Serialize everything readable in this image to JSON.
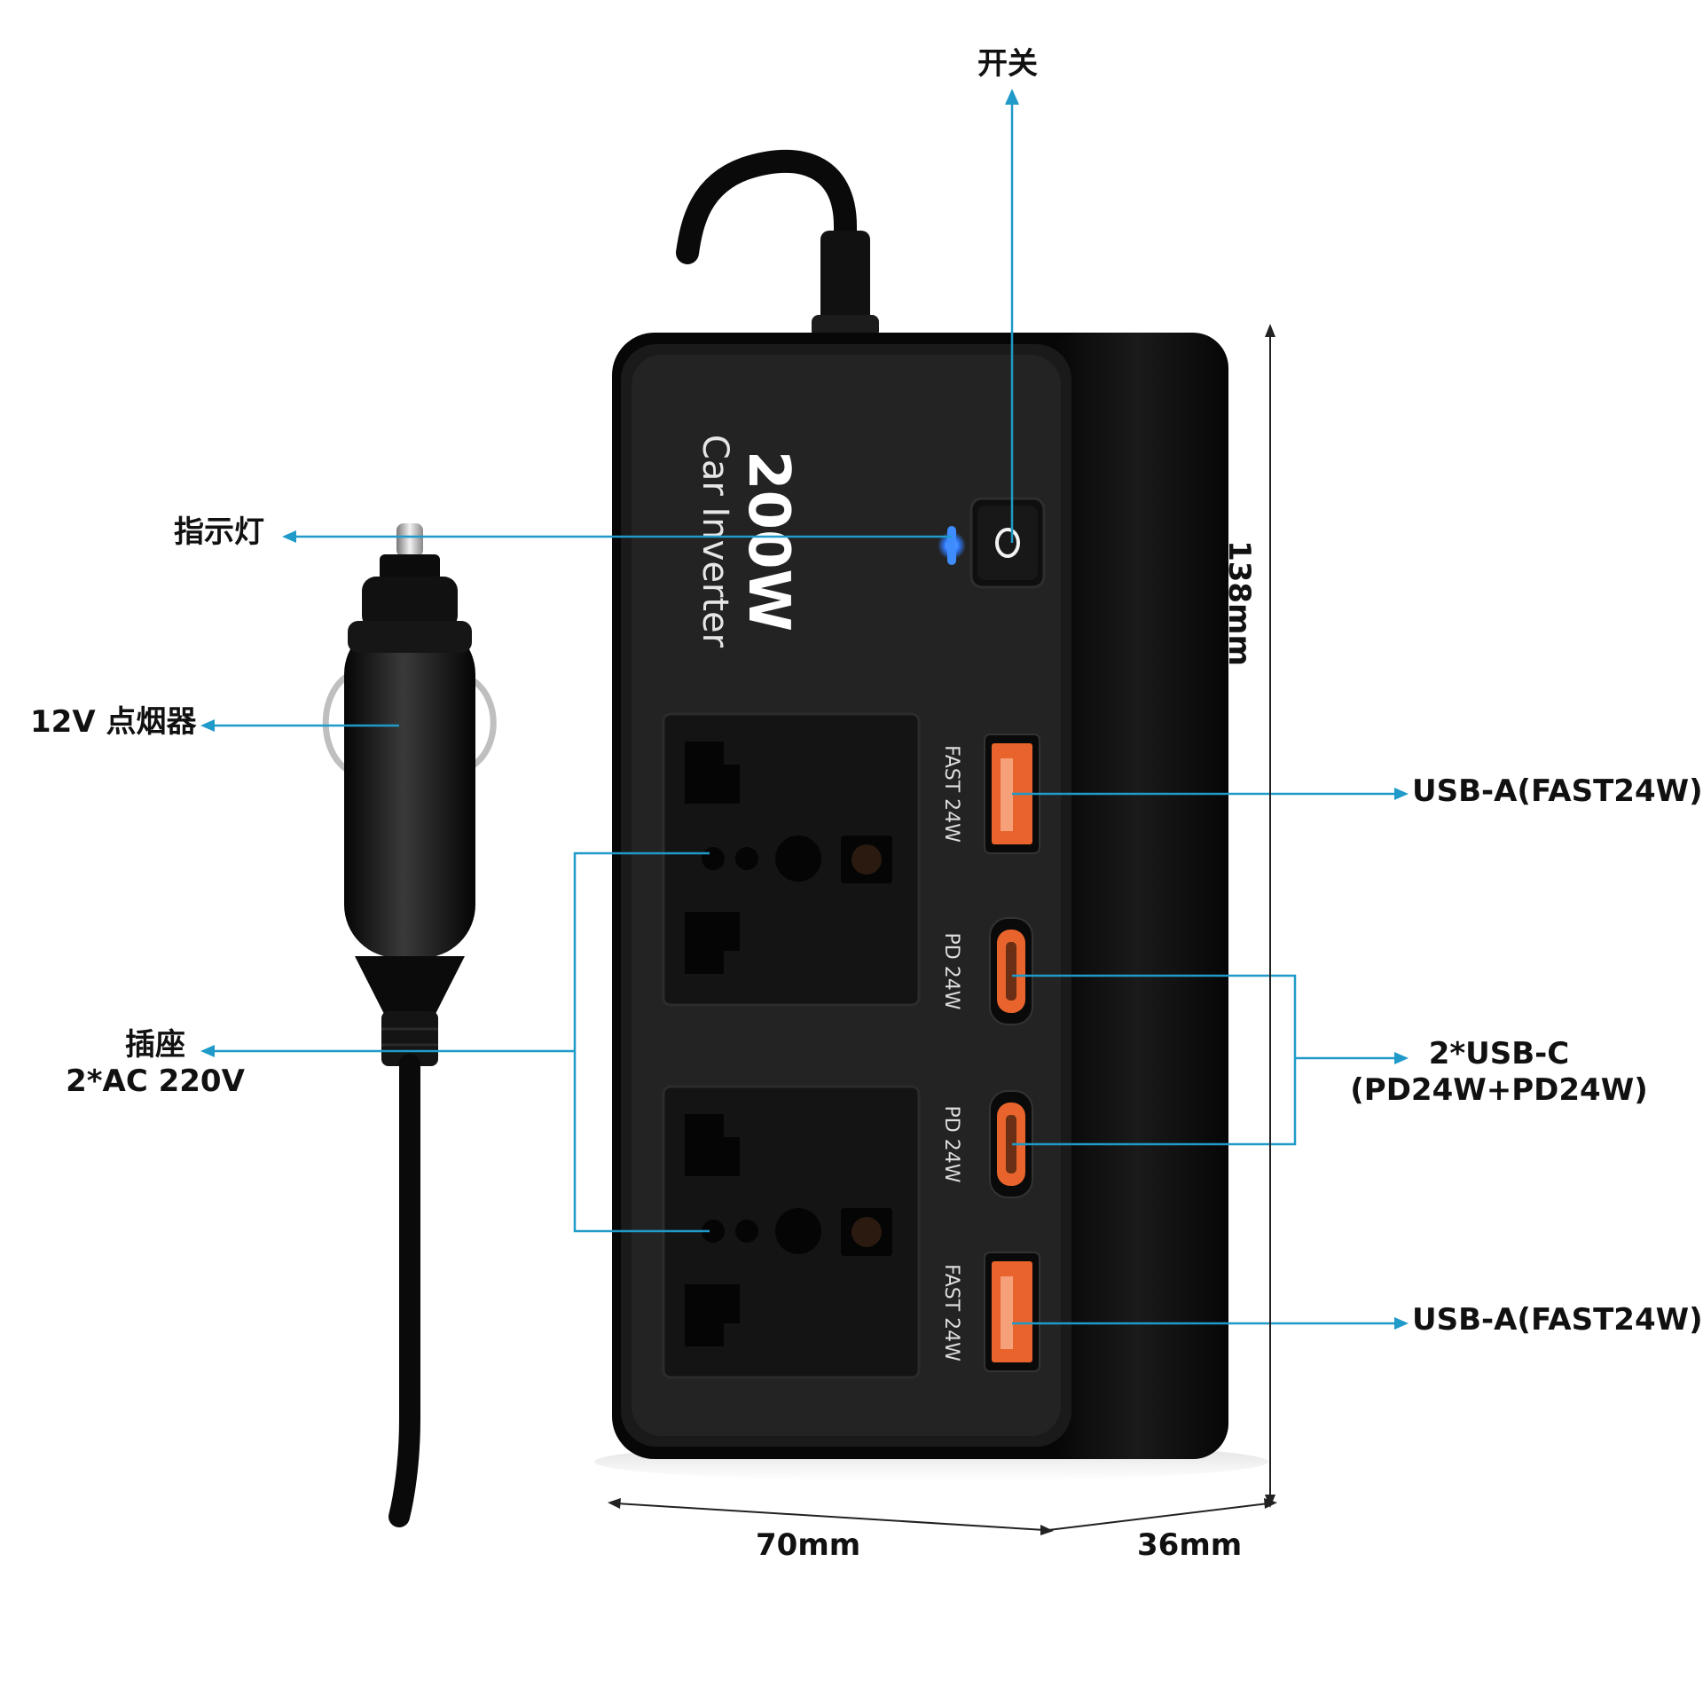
{
  "product": {
    "power_text": "200W",
    "name_text": "Car Inverter",
    "port_prints": {
      "usb_a_top": "FAST 24W",
      "usb_c_top": "PD 24W",
      "usb_c_bottom": "PD 24W",
      "usb_a_bottom": "FAST 24W"
    }
  },
  "callouts": {
    "switch": "开关",
    "indicator": "指示灯",
    "cigarette_plug": "12V 点烟器",
    "sockets_line1": "插座",
    "sockets_line2": "2*AC 220V",
    "usb_a_top": "USB-A(FAST24W)",
    "usb_c_line1": "2*USB-C",
    "usb_c_line2": "(PD24W+PD24W)",
    "usb_a_bottom": "USB-A(FAST24W)"
  },
  "dimensions": {
    "height": "138mm",
    "width": "70mm",
    "depth": "36mm"
  },
  "colors": {
    "accent_line": "#1f9ac9",
    "body": "#0d0d0d",
    "face": "#202020",
    "usb_port": "#e8642c",
    "indicator_led": "#2f7bff"
  }
}
